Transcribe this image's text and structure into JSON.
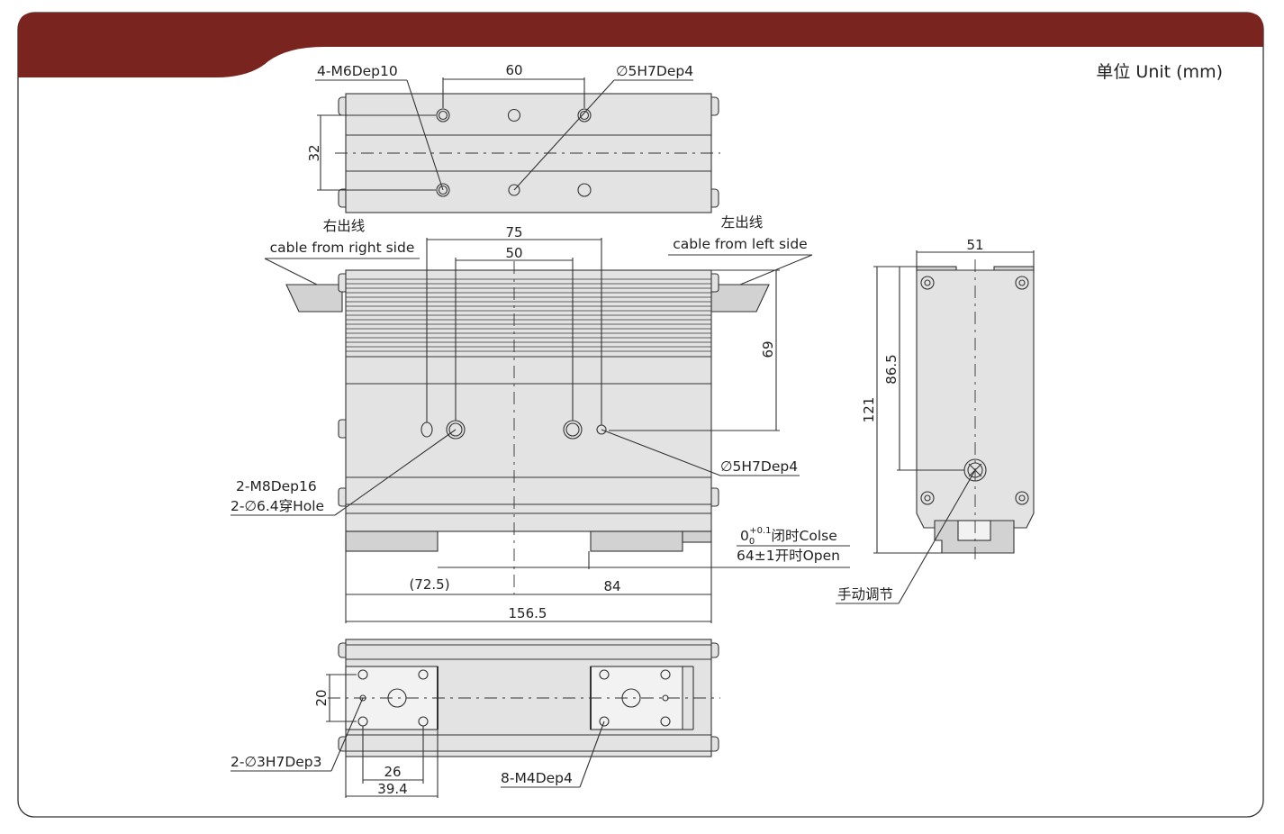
{
  "colors": {
    "header_band": "#7a2420",
    "outline": "#333333",
    "body_fill": "#e3e3e3",
    "panel_fill": "#d2d2d2",
    "line": "#444444"
  },
  "unit_label": "单位 Unit (mm)",
  "top_view": {
    "holes_label": "4-M6Dep10",
    "pin_label": "∅5H7Dep4",
    "dim_60": "60",
    "dim_32": "32"
  },
  "front_view": {
    "right_cable_cn": "右出线",
    "right_cable_en": "cable from right side",
    "left_cable_cn": "左出线",
    "left_cable_en": "cable from left side",
    "dim_75": "75",
    "dim_50": "50",
    "dim_69": "69",
    "pin_label": "∅5H7Dep4",
    "m8_label": "2-M8Dep16",
    "hole_label": "2-∅6.4穿Hole",
    "close_text": "0",
    "close_sub": "0",
    "close_sup": "+0.1",
    "close_label": "闭时Colse",
    "open_label": "64±1开时Open",
    "dim_72_5": "(72.5)",
    "dim_84": "84",
    "dim_156_5": "156.5"
  },
  "bottom_view": {
    "dim_20": "20",
    "pin_label": "2-∅3H7Dep3",
    "dim_26": "26",
    "dim_39_4": "39.4",
    "m4_label": "8-M4Dep4"
  },
  "side_view": {
    "dim_51": "51",
    "dim_86_5": "86.5",
    "dim_121": "121",
    "manual_label": "手动调节"
  }
}
